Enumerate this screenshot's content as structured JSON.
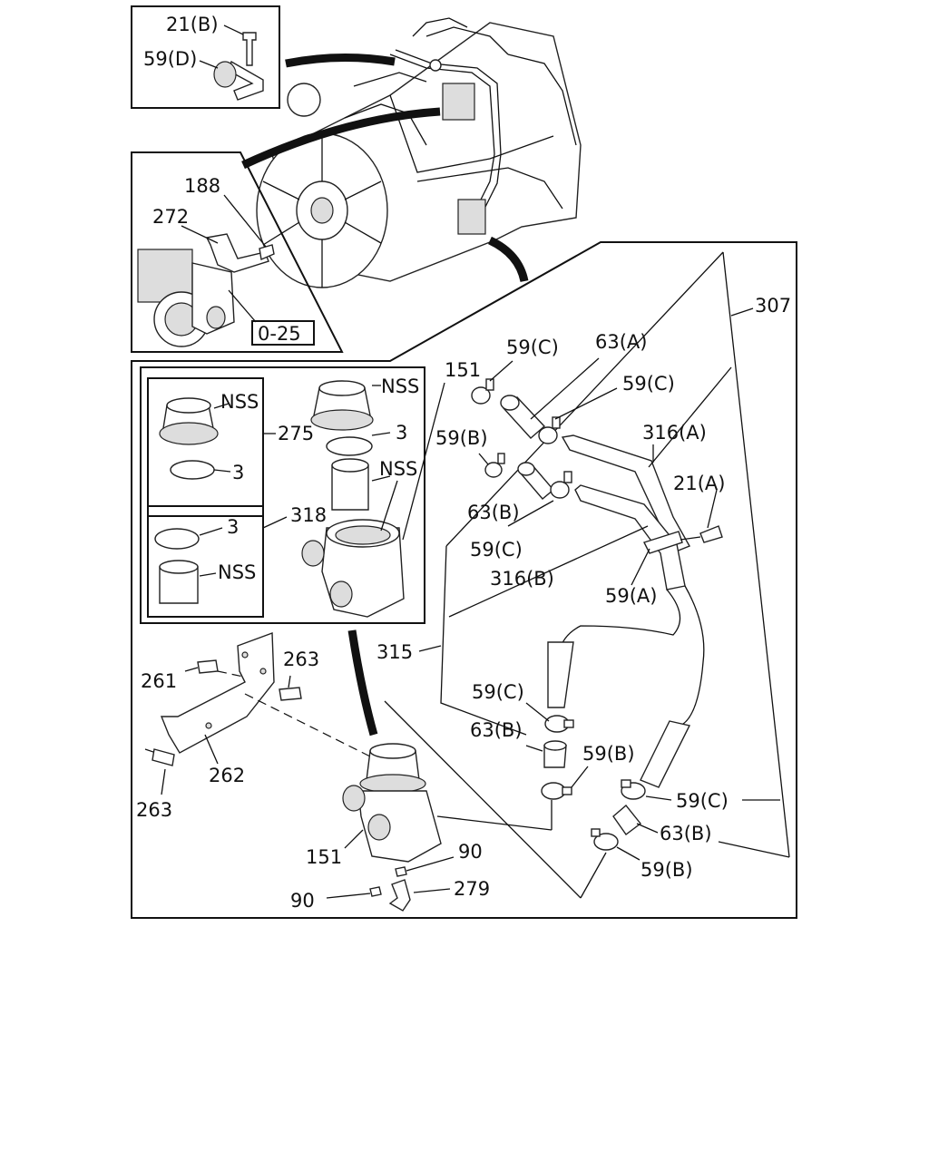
{
  "labels": {
    "l21b": "21(B)",
    "l59d": "59(D)",
    "l188": "188",
    "l272": "272",
    "l025": "0-25",
    "l307": "307",
    "l151a": "151",
    "l59c1": "59(C)",
    "l63a": "63(A)",
    "l59c2": "59(C)",
    "l316a": "316(A)",
    "l59b1": "59(B)",
    "l21a": "21(A)",
    "l63b1": "63(B)",
    "l59c3": "59(C)",
    "l316b": "316(B)",
    "l59a": "59(A)",
    "lnss1": "NSS",
    "l275": "275",
    "l3a": "3",
    "lnss2": "NSS",
    "l3b": "3",
    "lnss3": "NSS",
    "l3c": "3",
    "l318": "318",
    "lnss4": "NSS",
    "l315": "315",
    "l263a": "263",
    "l261": "261",
    "l59c4": "59(C)",
    "l63b2": "63(B)",
    "l59b2": "59(B)",
    "l262": "262",
    "l263b": "263",
    "l59c5": "59(C)",
    "l63b3": "63(B)",
    "l151b": "151",
    "l90a": "90",
    "l59b3": "59(B)",
    "l279": "279",
    "l90b": "90"
  }
}
